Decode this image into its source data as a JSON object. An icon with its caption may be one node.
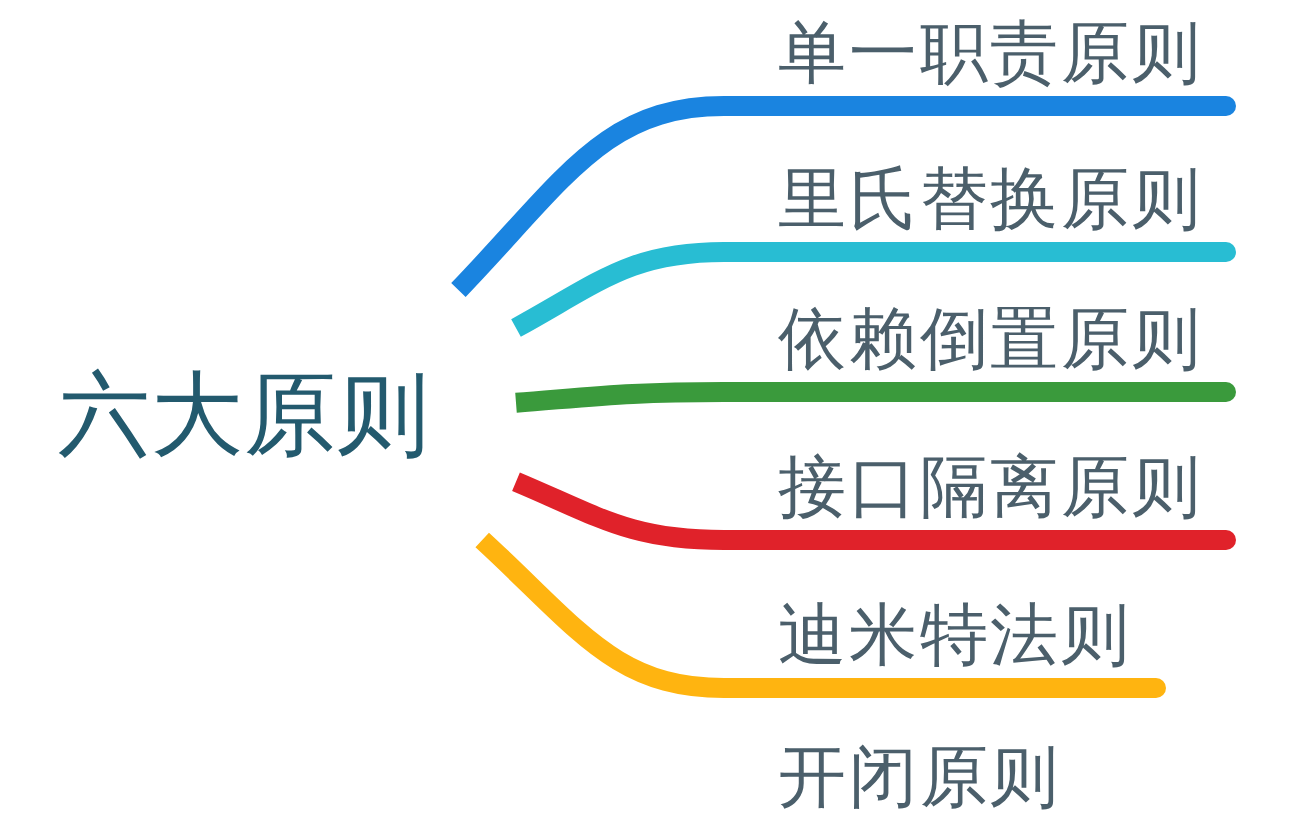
{
  "diagram": {
    "nodes": [
      {
        "text": [
          "六大原则"
        ]
      },
      {
        "text": [
          "单一职责原则"
        ]
      },
      {
        "text": [
          "里氏替换原则"
        ]
      },
      {
        "text": [
          "依赖倒置原则"
        ]
      },
      {
        "text": [
          "接口隔离原则"
        ]
      },
      {
        "text": [
          "迪米特法则"
        ]
      },
      {
        "text": [
          "开闭原则"
        ]
      }
    ],
    "edges": [
      {
        "from": 0,
        "to": 1,
        "arrow": "none",
        "color": "#1a84e0"
      },
      {
        "from": 0,
        "to": 2,
        "arrow": "none",
        "color": "#28bdd3"
      },
      {
        "from": 0,
        "to": 3,
        "arrow": "none",
        "color": "#3a9a3c"
      },
      {
        "from": 0,
        "to": 4,
        "arrow": "none",
        "color": "#e0222a"
      },
      {
        "from": 0,
        "to": 5,
        "arrow": "none",
        "color": "#ffb410"
      }
    ]
  }
}
